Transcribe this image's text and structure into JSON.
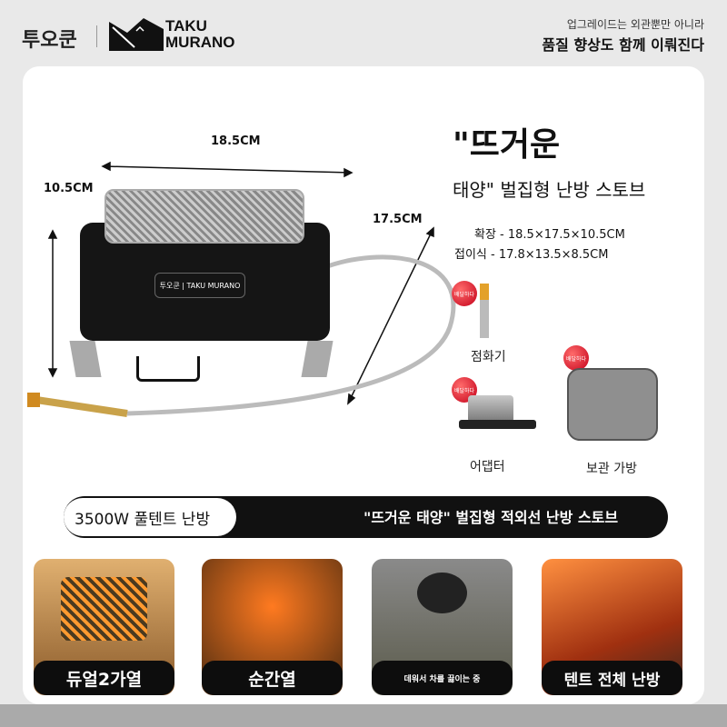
{
  "header": {
    "brand_kr": "투오쿤",
    "logo_text_line1": "TAKU",
    "logo_text_line2": "MURANO",
    "tagline_small": "업그레이드는 외관뿐만 아니라",
    "tagline_large": "품질 향상도 함께 이뤄진다"
  },
  "product": {
    "title_line1": "\"뜨거운",
    "title_line2": "태양\" 벌집형 난방 스토브",
    "spec_expanded": "확장 - 18.5×17.5×10.5CM",
    "spec_folded": "접이식 - 17.8×13.5×8.5CM",
    "dim_width": "18.5CM",
    "dim_height": "10.5CM",
    "dim_depth": "17.5CM",
    "heater_logo": "투오쿤 | TAKU MURANO"
  },
  "accessories": [
    {
      "label": "점화기",
      "badge": "배달하다"
    },
    {
      "label": "어댑터",
      "badge": "배달하다"
    },
    {
      "label": "보관 가방",
      "badge": "배달하다"
    }
  ],
  "banner": {
    "pill": "3500W 풀텐트 난방",
    "text": "\"뜨거운 태양\" 벌집형 적외선 난방 스토브"
  },
  "features": [
    {
      "label": "듀얼2가열"
    },
    {
      "label": "순간열"
    },
    {
      "label": "데워서 차를 끓이는 중"
    },
    {
      "label": "텐트 전체 난방"
    }
  ]
}
